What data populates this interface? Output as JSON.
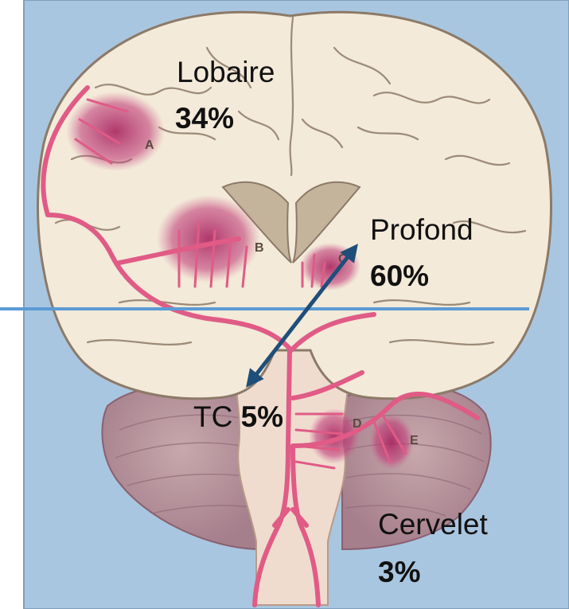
{
  "regions": {
    "lobaire": {
      "name": "Lobaire",
      "value": "34%"
    },
    "profond": {
      "name": "Profond",
      "value": "60%"
    },
    "tronc_cerebral": {
      "name": "TC",
      "value": "5%"
    },
    "cervelet": {
      "name": "Cervelet",
      "value": "3%"
    }
  },
  "site_letters": {
    "a": "A",
    "b": "B",
    "c": "C",
    "d": "D",
    "e": "E"
  },
  "colors": {
    "panel_background": "#a9c6e0",
    "brain_tissue": "#f2e9da",
    "arteries": "#e05b86",
    "hemorrhage": "#b0306a",
    "reference_line": "#5b9bd5",
    "arrow": "#1f4e79",
    "text": "#111111"
  },
  "icons": {
    "arrow": "double-headed-arrow-icon"
  }
}
